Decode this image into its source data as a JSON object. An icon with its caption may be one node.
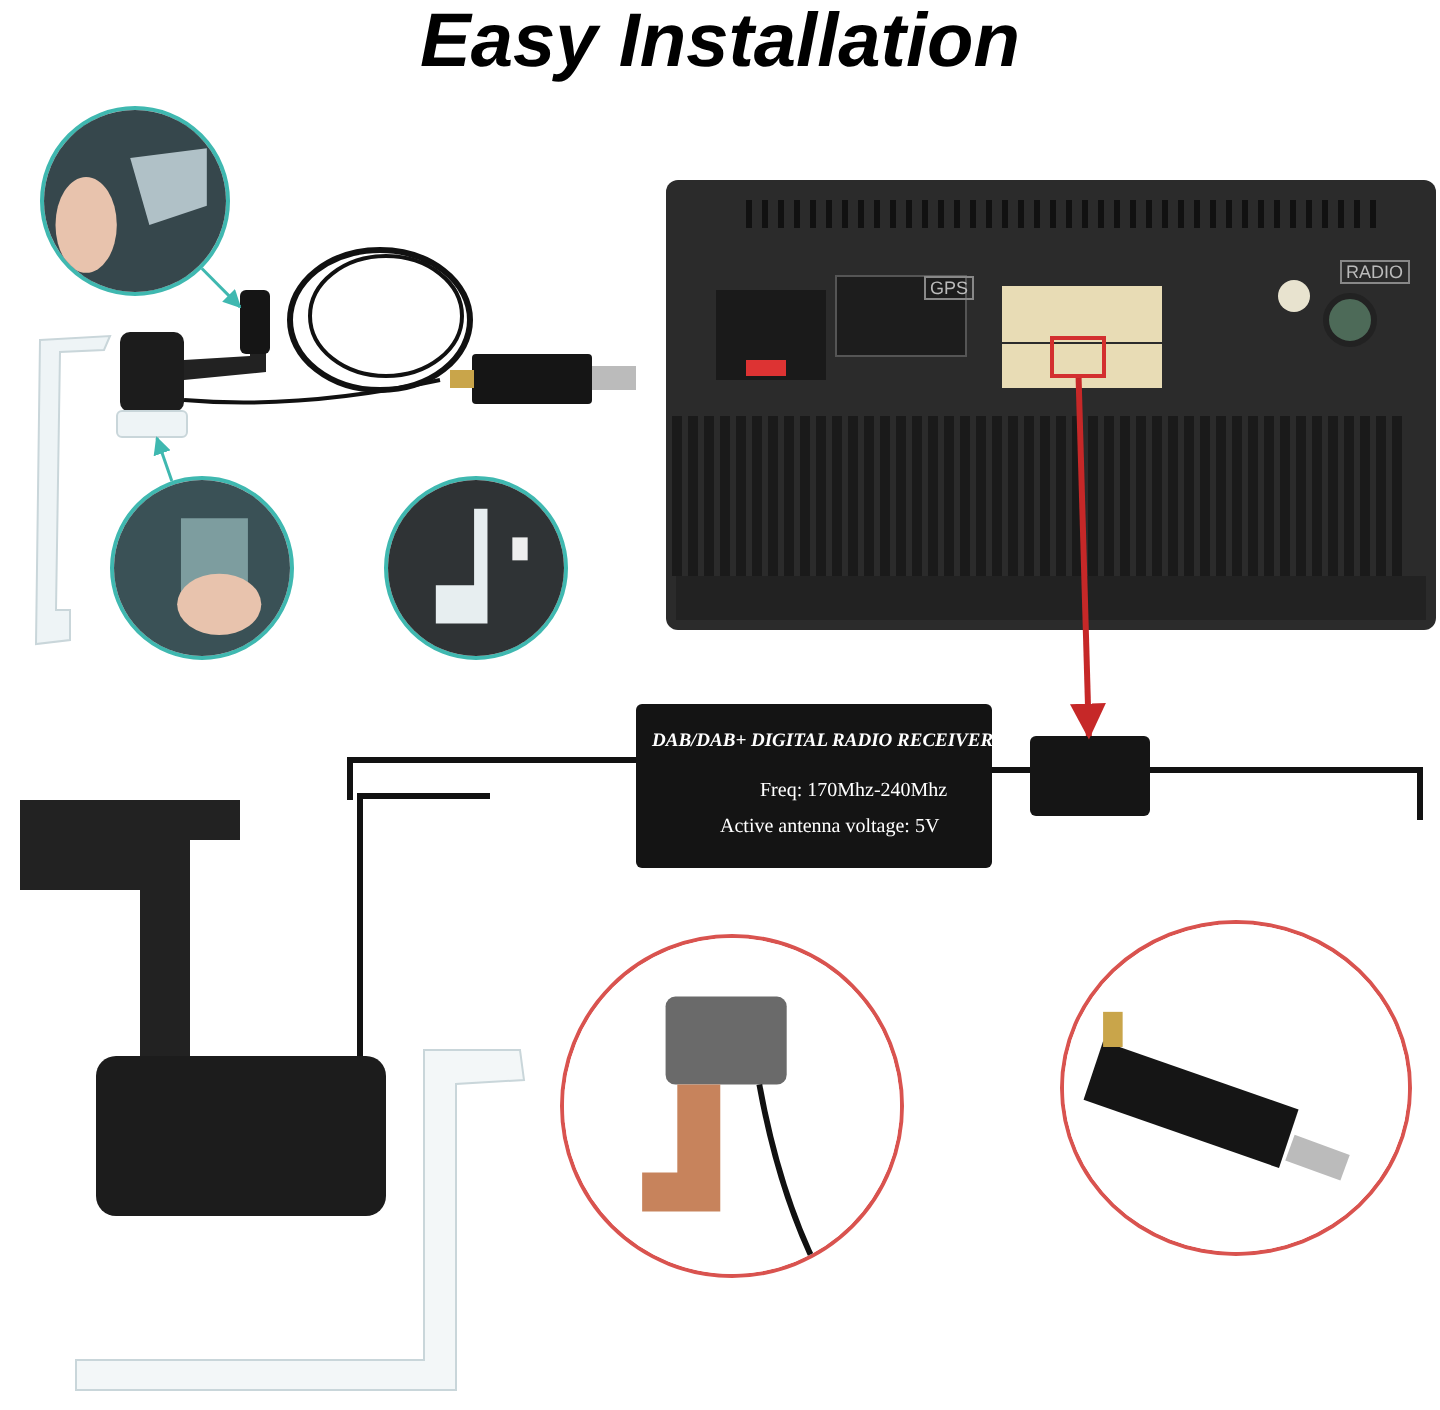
{
  "diagram": {
    "title": "Easy Installation",
    "nodes": [
      {
        "text": [],
        "shape": "picture"
      },
      {
        "text": [],
        "shape": "box",
        "in": 0
      },
      {
        "text": [],
        "shape": "box"
      },
      {
        "text": [
          "DAB/DAB+ DIGITAL RADIO RECEIVER",
          "Freq: 170Mhz-240Mhz",
          "Active antenna voltage: 5V"
        ]
      },
      {
        "text": [],
        "shape": "picture"
      },
      {
        "text": [],
        "shape": "picture"
      },
      {
        "text": [],
        "shape": "picture"
      },
      {
        "text": [],
        "shape": "box"
      },
      {
        "text": [],
        "shape": "box"
      },
      {
        "text": [],
        "shape": "picture"
      },
      {
        "text": [],
        "shape": "picture"
      }
    ],
    "edges": [
      {
        "from": 4,
        "to": 7,
        "arrow": "to",
        "color": "#3fb8b0"
      },
      {
        "from": 5,
        "to": 8,
        "arrow": "to",
        "color": "#3fb8b0"
      },
      {
        "from": 1,
        "to": 2,
        "arrow": "to",
        "style": "thick",
        "color": "#c62828"
      }
    ],
    "labels": [
      "GPS",
      "RADIO"
    ]
  }
}
